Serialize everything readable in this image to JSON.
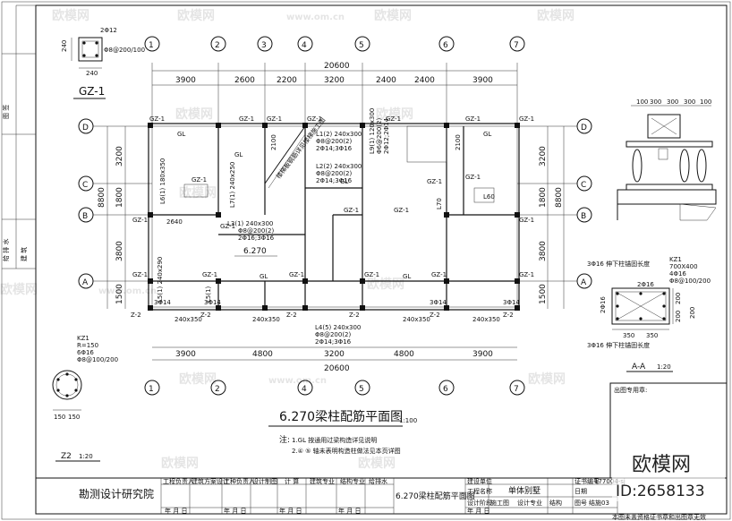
{
  "detail_gz1": {
    "title": "GZ-1",
    "dim_w": "240",
    "dim_h": "240",
    "rebar_main": "2Φ12",
    "stirrup": "Φ8@200/100"
  },
  "axes_top": [
    "1",
    "2",
    "3",
    "4",
    "5",
    "6",
    "7"
  ],
  "axes_left": [
    "D",
    "C",
    "B",
    "A"
  ],
  "dims_top_total": "20600",
  "dims_top": [
    "3900",
    "2600",
    "2200",
    "3200",
    "2400",
    "2400",
    "3900"
  ],
  "dims_bottom": [
    "3900",
    "4800",
    "3200",
    "4800",
    "3900"
  ],
  "dims_bottom_total": "20600",
  "dims_left": [
    "3200",
    "1800",
    "3800",
    "1500"
  ],
  "dims_left_total": "8800",
  "dims_right": [
    "3200",
    "1800",
    "3800",
    "1500"
  ],
  "dims_right_total": "8800",
  "column_labels": {
    "gz1": "GZ-1",
    "z2": "Z-2",
    "gl": "GL"
  },
  "beams": {
    "l1": "L1(2) 240x300",
    "l1_s": "Φ8@200(2)",
    "l1_r": "2Φ14;3Φ16",
    "l2": "L2(2) 240x300",
    "l2_s": "Φ8@200(2)",
    "l2_r": "2Φ14;3Φ16",
    "l3": "L3(1) 240x300",
    "l3_s": "Φ8@200(2)",
    "l3_r": "2Φ16;3Φ16",
    "l4": "L4(5) 240x300",
    "l4_s": "Φ8@200(2)",
    "l4_r": "2Φ14;3Φ16",
    "l6": "L6(1) 180x350",
    "l7": "L7(1) 240x250",
    "l9": "L9(1) 120x300",
    "l9_s": "Φ6@200(2)",
    "l9_r": "2Φ12;2Φ14",
    "l50": "L5(1) 240x290",
    "l5": "L5(1)",
    "l60": "L60",
    "l70": "L70",
    "b240x350": "240x350",
    "b3d14": "3Φ14",
    "b2100": "2100",
    "b2640": "2640",
    "stair_note": "楼梯板钢筋详见楼梯施工图",
    "level": "6.270"
  },
  "main_title": "6.270梁柱配筋平面图",
  "main_scale": "1:100",
  "notes": {
    "label": "注:",
    "n1": "1.GL 按通用过梁构造详见说明",
    "n2": "2.④ ⑤ 轴未表明构造柱做法见本页详图"
  },
  "detail_kz1_round": {
    "name": "KZ1",
    "r": "R=150",
    "rebar": "6Φ16",
    "stirrup": "Φ8@100/200",
    "dim1": "150",
    "dim2": "150"
  },
  "detail_z2": {
    "name": "Z2",
    "scale": "1:20"
  },
  "detail_kz1_rect": {
    "name": "KZ1",
    "size": "700X400",
    "rebar": "4Φ16",
    "stirrup": "Φ8@100/200",
    "top_note": "3Φ16 伸下柱锚固长度",
    "bottom_note": "3Φ16 伸下柱锚固长度",
    "bar2": "2Φ16",
    "bar2b": "2Φ16",
    "d200": "200",
    "d350": "350",
    "d350b": "350",
    "d200b": "200",
    "d200c": "200"
  },
  "section_aa": {
    "name": "A-A",
    "scale": "1:20"
  },
  "balustrade_dims": [
    "100",
    "300",
    "300",
    "300",
    "100"
  ],
  "stamp_box": {
    "title": "出图专用章:"
  },
  "title_block": {
    "company": "勘测设计研究院",
    "h1": "工程负责人",
    "h2": "建筑方案设计",
    "h3": "工种负责人",
    "h4": "设计制图",
    "h5": "计 算",
    "h6": "建筑专业",
    "h7": "结构专业",
    "h8": "给排水",
    "drawing_name": "6.270梁柱配筋平面图",
    "proj_label": "建设单位",
    "proj_name_label": "工程名称",
    "proj_name": "单体别墅",
    "stage_label": "设计阶段",
    "cert_label": "证书编号",
    "cert_no": "177004-sj",
    "date_label": "日期",
    "sheet_label": "图号",
    "sheet_no": "结施03",
    "date_rows": [
      "年 月 日",
      "年 月 日",
      "年 月 日",
      "年 月 日",
      "年 月 日"
    ],
    "row2": [
      "施工图",
      "设计专业",
      "结构"
    ]
  },
  "left_strip": [
    "图 签",
    "会 签",
    "建 筑",
    "结 构",
    "给 排 水"
  ],
  "footer_note": "本图未盖资格证书章和出图章无效",
  "watermark": {
    "brand": "欧模网",
    "url": "www.om.cn",
    "id_label": "ID:2658133"
  }
}
